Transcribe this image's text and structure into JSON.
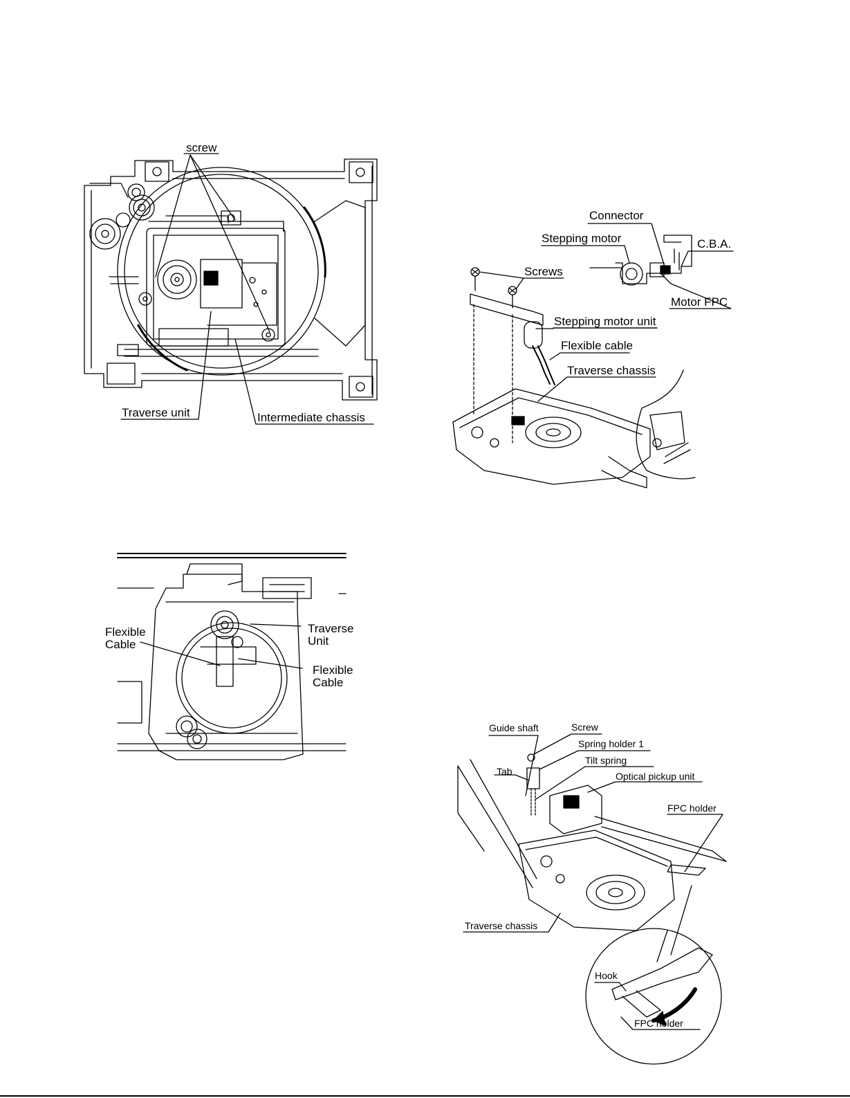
{
  "figure1": {
    "screw": "screw",
    "traverse_unit": "Traverse unit",
    "intermediate_chassis": "Intermediate chassis"
  },
  "figure2": {
    "connector": "Connector",
    "stepping_motor": "Stepping motor",
    "cba": "C.B.A.",
    "screws": "Screws",
    "motor_fpc": "Motor FPC",
    "stepping_motor_unit": "Stepping motor unit",
    "flexible_cable": "Flexible cable",
    "traverse_chassis": "Traverse chassis"
  },
  "figure3": {
    "flexible_cable_left_1": "Flexible",
    "flexible_cable_left_2": "Cable",
    "traverse_unit_1": "Traverse",
    "traverse_unit_2": "Unit",
    "flexible_cable_right_1": "Flexible",
    "flexible_cable_right_2": "Cable"
  },
  "figure4": {
    "guide_shaft": "Guide shaft",
    "screw": "Screw",
    "spring_holder": "Spring holder 1",
    "tab": "Tab",
    "tilt_spring": "Tilt spring",
    "optical_pickup_unit": "Optical pickup unit",
    "fpc_holder_top": "FPC holder",
    "traverse_chassis": "Traverse chassis",
    "hook": "Hook",
    "fpc_holder_bottom": "FPC holder"
  }
}
